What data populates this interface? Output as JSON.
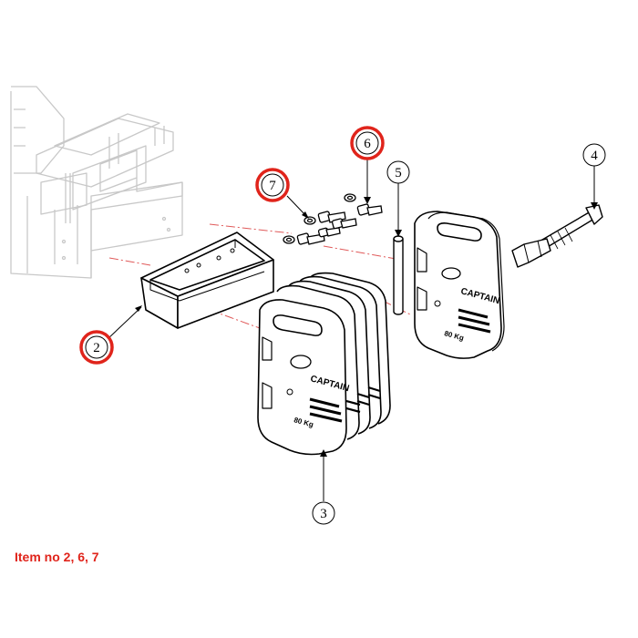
{
  "callouts": {
    "c2": "2",
    "c3": "3",
    "c4": "4",
    "c5": "5",
    "c6": "6",
    "c7": "7"
  },
  "weight_front": {
    "brand": "CAPTAIN",
    "mass": "80 Kg"
  },
  "weight_back": {
    "brand": "CAPTAIN",
    "mass": "80 Kg"
  },
  "highlighted_items": [
    "2",
    "6",
    "7"
  ],
  "note": "Item no 2, 6, 7",
  "colors": {
    "highlight": "#e0241b",
    "frame_lines": "#c8c8c8",
    "outline": "#000000"
  }
}
